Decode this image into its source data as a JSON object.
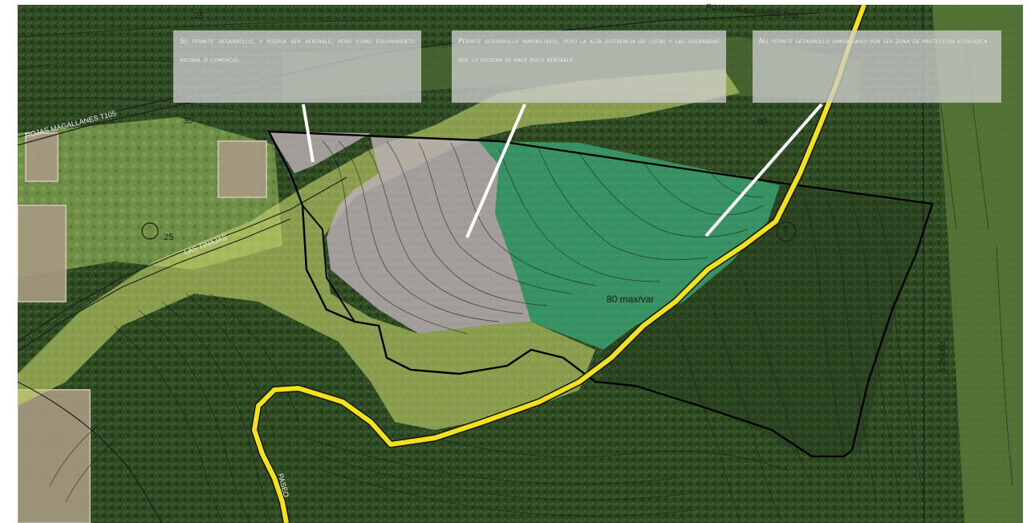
{
  "callouts": [
    {
      "text": "Se permite desarrollo, y podría ser rentable, pero como equipamiento vecinal o comercio."
    },
    {
      "text": "Permite desarrollo inmobiliario, pero la alta diferencia de cotas y las quebradas que lo rodean se hace poco rentable"
    },
    {
      "text": "No permite desarrollo inmobiliario por ser zona de proteccion ecológica"
    }
  ],
  "map_labels": {
    "road_top": "ROJAS MAGALLANES T105",
    "road_left": "ROJAS MAGALLANES T105",
    "las_tinajas": "LAS TINAJAS",
    "paseo": "PASEO",
    "contour_25_top": "25",
    "contour_25_mid": "25",
    "contour_30": "30",
    "contour_80_top": "80",
    "contour_80_label": "80 max/var",
    "circle_label": "5",
    "coord": "6.289000"
  },
  "colors": {
    "forest": "#2f4a22",
    "field": "#6e8f43",
    "yellow_zone": "#c9d86a",
    "gray_zone": "#b9aeb4",
    "green_zone": "#3fae7c",
    "road": "#f2e21b",
    "boundary": "#000000",
    "callout_bg": "#cdcdcd"
  }
}
